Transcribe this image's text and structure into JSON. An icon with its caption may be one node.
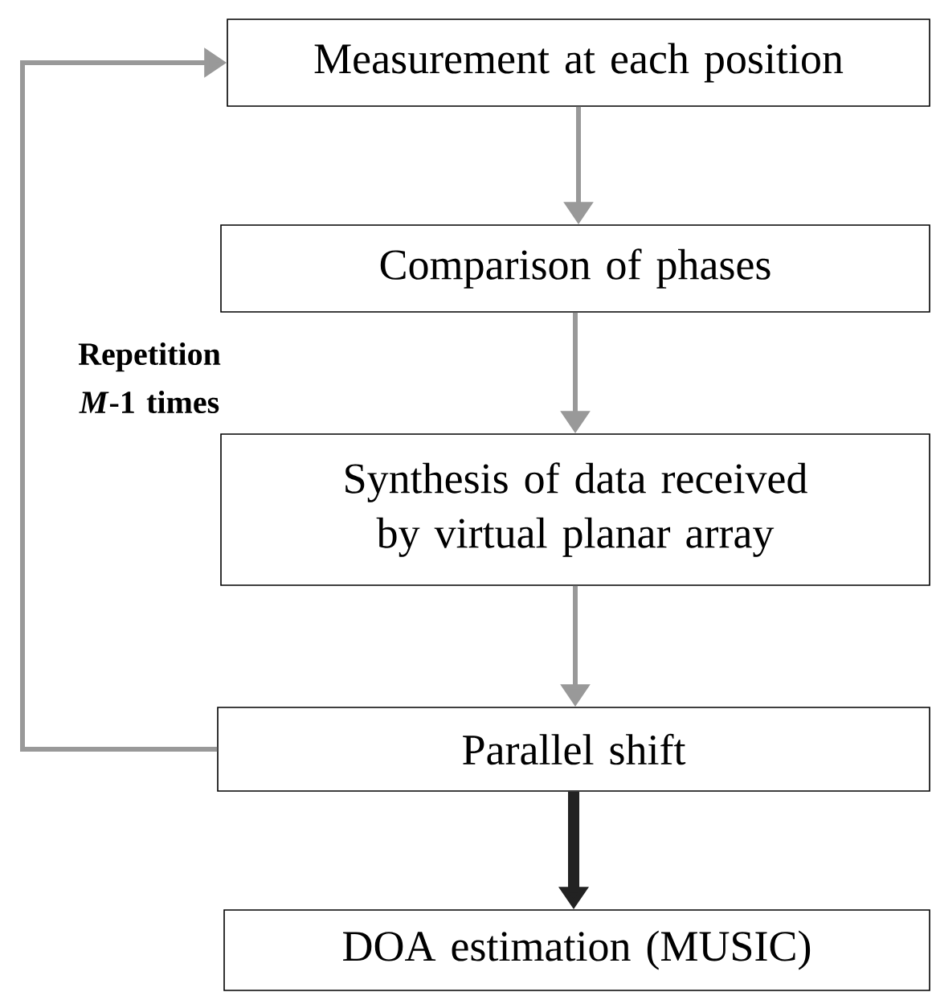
{
  "diagram": {
    "nodes": [
      {
        "text": [
          "Measurement at each position"
        ]
      },
      {
        "text": [
          "Comparison of phases"
        ]
      },
      {
        "text": [
          "Synthesis of data received by virtual planar array"
        ]
      },
      {
        "text": [
          "Parallel shift"
        ]
      },
      {
        "text": [
          "DOA estimation (MUSIC)"
        ]
      }
    ],
    "edges": [
      {
        "from": 0,
        "to": 1,
        "arrow": "to"
      },
      {
        "from": 1,
        "to": 2,
        "arrow": "to"
      },
      {
        "from": 2,
        "to": 3,
        "arrow": "to"
      },
      {
        "from": 3,
        "to": 4,
        "arrow": "to",
        "style": "thick",
        "color": "#222222"
      },
      {
        "from": 3,
        "to": 0,
        "arrow": "to",
        "label": "Repetition *M*-1 times"
      }
    ]
  }
}
